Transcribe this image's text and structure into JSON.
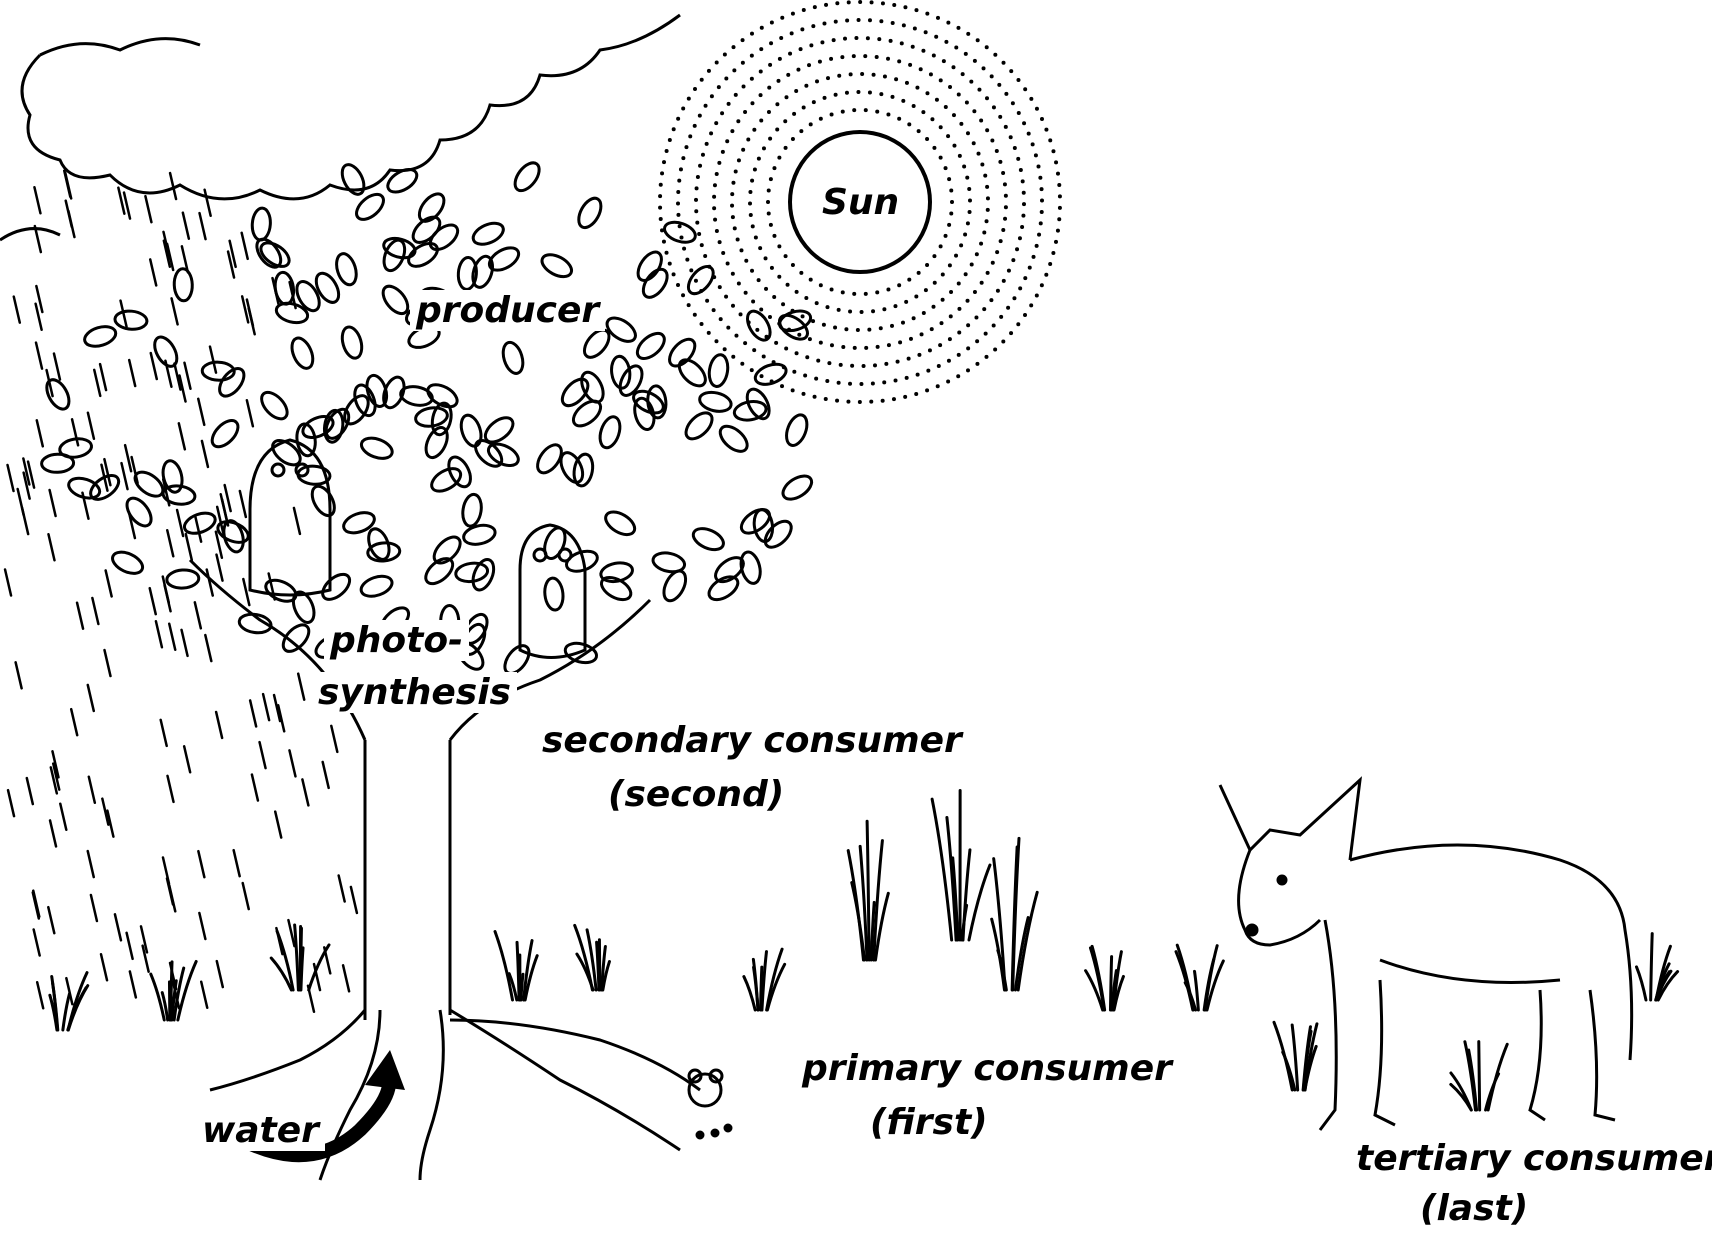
{
  "colors": {
    "ink": "#000000",
    "paper": "#ffffff"
  },
  "icons": [
    "cloud-icon",
    "rain-icon",
    "sun-icon",
    "tree-icon",
    "owl-icon",
    "mouse-icon",
    "grass-icon",
    "coyote-icon",
    "water-arrow-icon"
  ],
  "labels": {
    "sun": "Sun",
    "producer": "producer",
    "photosynthesis_line1": "photo-",
    "photosynthesis_line2": "synthesis",
    "secondary_line1": "secondary consumer",
    "secondary_line2": "(second)",
    "primary_line1": "primary consumer",
    "primary_line2": "(first)",
    "tertiary_line1": "tertiary consumer",
    "tertiary_line2": "(last)",
    "water": "water"
  }
}
